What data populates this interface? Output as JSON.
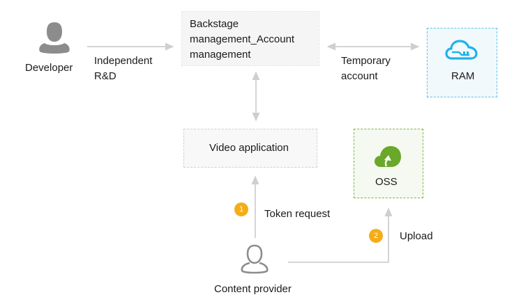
{
  "actors": {
    "developer": {
      "label": "Developer",
      "icon": "user-filled-icon"
    },
    "content_provider": {
      "label": "Content provider",
      "icon": "user-outline-icon"
    }
  },
  "nodes": {
    "backstage": {
      "label_lines": [
        "Backstage",
        "management_Account",
        "management"
      ]
    },
    "video": {
      "label": "Video application"
    },
    "ram": {
      "label": "RAM",
      "icon": "cloud-key-icon",
      "accent": "#1fb3ea"
    },
    "oss": {
      "label": "OSS",
      "icon": "cloud-upload-icon",
      "accent": "#6aa829"
    }
  },
  "edges": {
    "independent_rd": {
      "label_lines": [
        "Independent",
        "R&D"
      ]
    },
    "temporary_account": {
      "label_lines": [
        "Temporary",
        "account"
      ]
    },
    "token_request": {
      "label": "Token request",
      "step": "1"
    },
    "upload": {
      "label": "Upload",
      "step": "2"
    }
  },
  "colors": {
    "arrow": "#d0d0d0",
    "badge": "#f5ad17",
    "user_icon": "#8c8c8c"
  }
}
